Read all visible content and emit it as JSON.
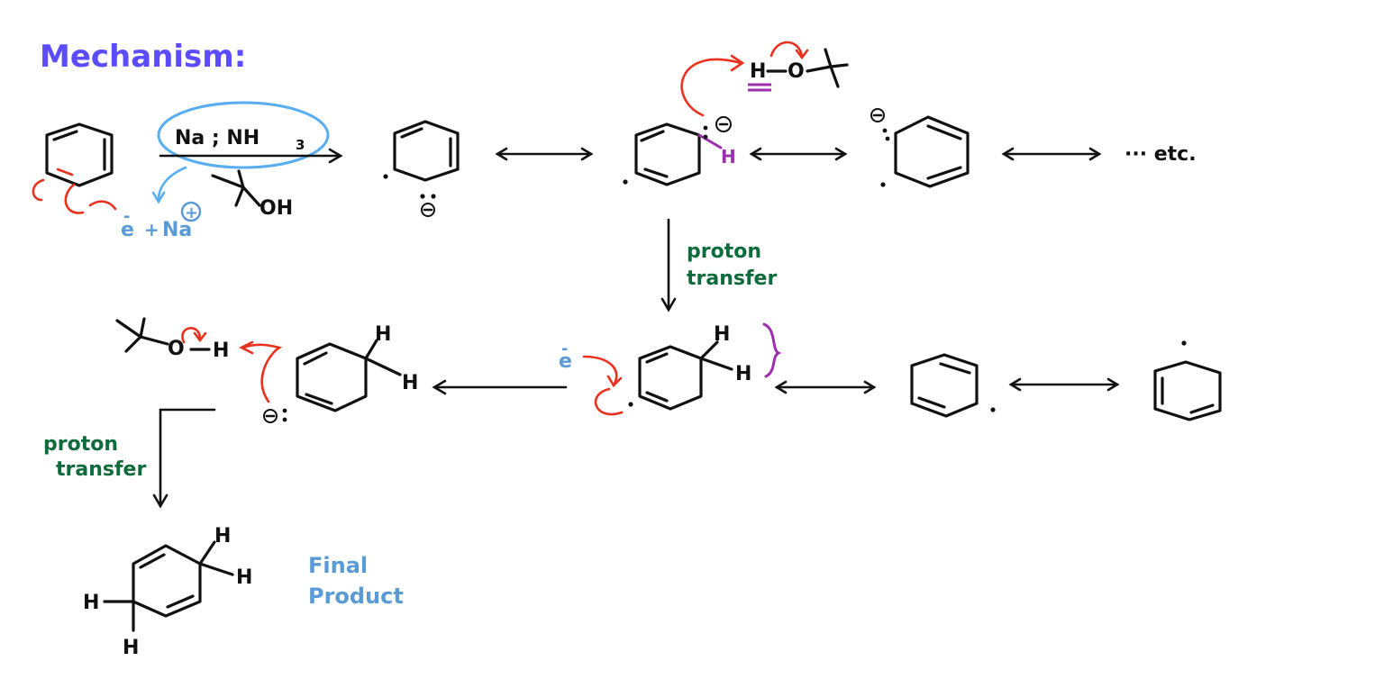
{
  "title": "Mechanism:",
  "reagents": {
    "top": "Na ; NH",
    "top_sub": "3",
    "alcohol": "OH",
    "electron": "e",
    "electron_charge": "-",
    "sodium": "Na",
    "sodium_charge": "+"
  },
  "labels": {
    "etc": "··· etc.",
    "proton_transfer_1a": "proton",
    "proton_transfer_1b": "transfer",
    "proton_transfer_2a": "proton",
    "proton_transfer_2b": "transfer",
    "final_a": "Final",
    "final_b": "Product",
    "electron2": "e",
    "electron2_charge": "-"
  },
  "atoms": {
    "H": "H",
    "O": "O",
    "minus": "⊖",
    "plus": "⊕",
    "dot": "·",
    "lonepair": "··"
  },
  "colors": {
    "title": "#5b4dff",
    "red_arrow": "#e8321f",
    "green_text": "#0f6b3c",
    "blue_text": "#5b9bd5",
    "cyan": "#5aaef0",
    "purple": "#9b2fae"
  }
}
